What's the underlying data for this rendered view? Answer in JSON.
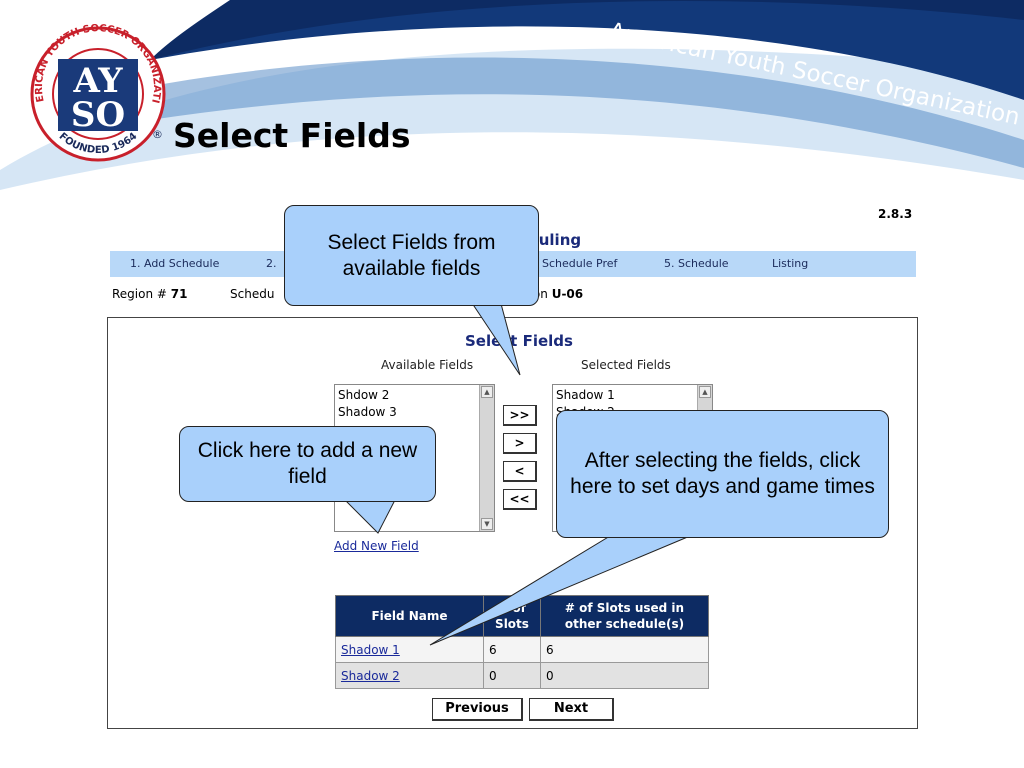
{
  "brand": {
    "org_name": "American Youth Soccer Organization",
    "logo_letters_top": "AY",
    "logo_letters_bottom": "SO",
    "logo_ring_text_top": "AMERICAN YOUTH SOCCER ORGANIZATION",
    "logo_ring_text_bottom": "FOUNDED 1964",
    "registered_mark": "®"
  },
  "slide_title": "Select Fields",
  "app": {
    "version": "2.8.3",
    "page_heading_visible": "duling",
    "steps": [
      "1. Add Schedule",
      "2.",
      "Schedule Pref",
      "5. Schedule",
      "Listing"
    ],
    "info": {
      "region_label": "Region #",
      "region_value": "71",
      "schedule_label": "Schedu",
      "division_label": "ision",
      "division_value": "U-06"
    },
    "panel": {
      "title": "Select Fields",
      "available_label": "Available Fields",
      "selected_label": "Selected Fields",
      "available_options": [
        "Shdow 2",
        "Shadow 3"
      ],
      "selected_options": [
        "Shadow 1",
        "Shadow 2"
      ],
      "move_all_right": ">>",
      "move_right": ">",
      "move_left": "<",
      "move_all_left": "<<",
      "add_new_field": "Add New Field",
      "table": {
        "headers": [
          "Field Name",
          "# of Slots",
          "# of Slots used in other schedule(s)"
        ],
        "rows": [
          {
            "name": "Shadow 1",
            "slots": "6",
            "used": "6"
          },
          {
            "name": "Shadow 2",
            "slots": "0",
            "used": "0"
          }
        ]
      },
      "previous_label": "Previous",
      "next_label": "Next"
    }
  },
  "callouts": {
    "select_fields": "Select Fields from available fields",
    "add_field": "Click here to add a new field",
    "after_selecting": "After selecting the fields, click here to set days and game times"
  },
  "colors": {
    "banner_navy": "#0d2b63",
    "callout_fill": "#a9d0fb",
    "step_bar": "#b8d8f8",
    "table_header": "#0d2b63"
  }
}
